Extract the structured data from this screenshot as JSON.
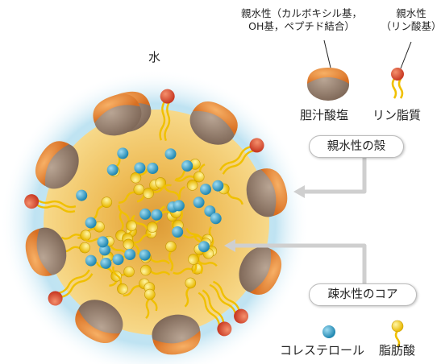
{
  "labels": {
    "water": "水",
    "hydrophilic_bile_line1": "親水性（カルボキシル基，",
    "hydrophilic_bile_line2": "OH基，ペプチド結合）",
    "hydrophilic_phos_line1": "親水性",
    "hydrophilic_phos_line2": "（リン酸基）",
    "bile_salt": "胆汁酸塩",
    "phospholipid": "リン脂質",
    "hydrophilic_shell": "親水性の殻",
    "hydrophobic_core": "疎水性のコア",
    "cholesterol": "コレステロール",
    "fatty_acid": "脂肪酸"
  },
  "colors": {
    "halo": "#bfe3f2",
    "core_outer": "#f5cf6b",
    "core_inner": "#e2a23a",
    "bile_body": "#8f7a6a",
    "bile_cap": "#e8873a",
    "phospho_head": "#e2543a",
    "tail": "#f0c000",
    "cholesterol": "#2f9fc6",
    "fatty_head": "#f6d41c"
  }
}
